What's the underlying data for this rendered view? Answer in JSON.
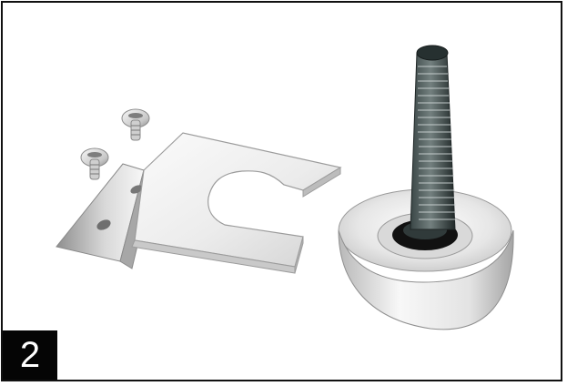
{
  "step": {
    "number": "2"
  },
  "illustration": {
    "parts": [
      "screw-icon",
      "screw-icon",
      "mounting-bracket",
      "leveling-foot"
    ],
    "colors": {
      "frame": "#111111",
      "badge_bg": "#050505",
      "badge_text": "#ffffff",
      "metal_light": "#f3f3f3",
      "metal_mid": "#cfcfcf",
      "metal_dark": "#7b7b7b",
      "thread_dark": "#2d3636"
    }
  }
}
